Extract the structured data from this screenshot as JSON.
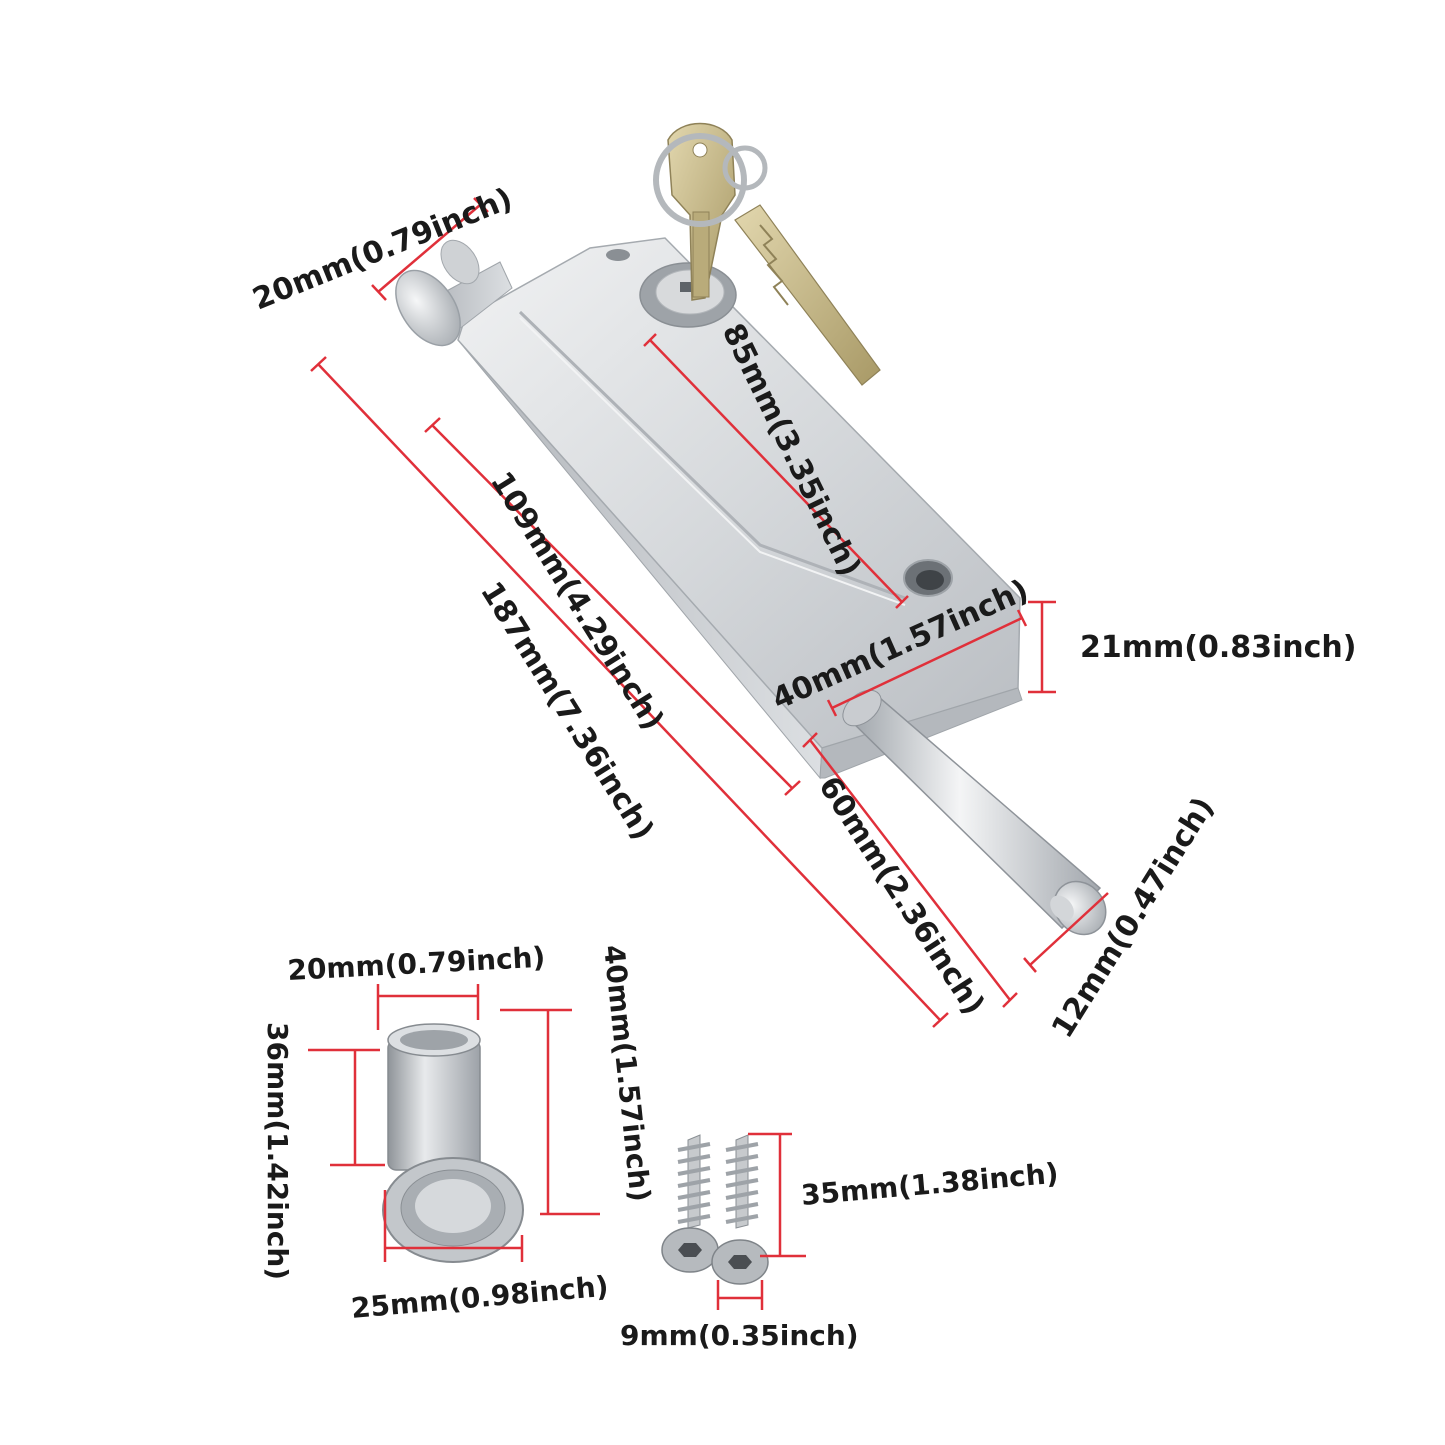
{
  "colors": {
    "dimension_line": "#e0303a",
    "metal_light": "#e6e8ea",
    "metal_mid": "#c4c8cc",
    "metal_dark": "#8e9399",
    "brass": "#c9bb8a",
    "text": "#1a1a1a"
  },
  "dimensions": {
    "knob_diameter": "20mm(0.79inch)",
    "key_slot_length": "85mm(3.35inch)",
    "body_length": "109mm(4.29inch)",
    "overall_length": "187mm(7.36inch)",
    "body_width": "40mm(1.57inch)",
    "body_height": "21mm(0.83inch)",
    "pin_length": "60mm(2.36inch)",
    "pin_diameter": "12mm(0.47inch)",
    "socket_diameter": "20mm(0.79inch)",
    "socket_length": "40mm(1.57inch)",
    "socket_tube_length": "36mm(1.42inch)",
    "socket_flange_diameter": "25mm(0.98inch)",
    "screw_length": "35mm(1.38inch)",
    "screw_head_diameter": "9mm(0.35inch)"
  },
  "icons": [
    "key-icon",
    "lock-cylinder-icon",
    "screw-icon"
  ]
}
